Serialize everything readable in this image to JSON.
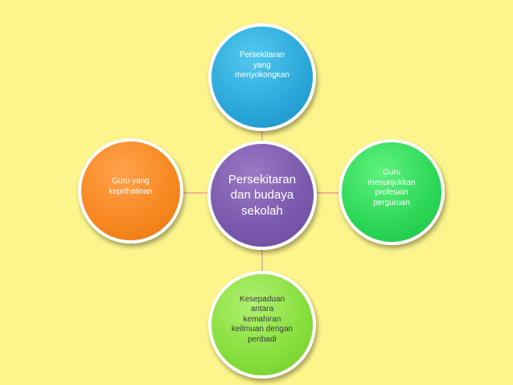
{
  "diagram": {
    "center": {
      "label": "Persekitaran\ndan budaya\nsekolah",
      "color": "#7c5aae"
    },
    "top": {
      "label": "Persekitaran\nyang\nmenyokongkan",
      "color": "#2aa6d8"
    },
    "right": {
      "label": "Guru\nmenunjukkan\nprofesion\nperguruan",
      "color": "#2bd756"
    },
    "bottom": {
      "label": "Kesepaduan\nantara\nkemahiran\nkeilmuan dengan\nperibadi",
      "color": "#86de3c"
    },
    "left": {
      "label": "Guru yang\nkeprihatinan",
      "color": "#f7871f"
    },
    "connector_color": "#e8a093",
    "background": "#fdf58c"
  }
}
